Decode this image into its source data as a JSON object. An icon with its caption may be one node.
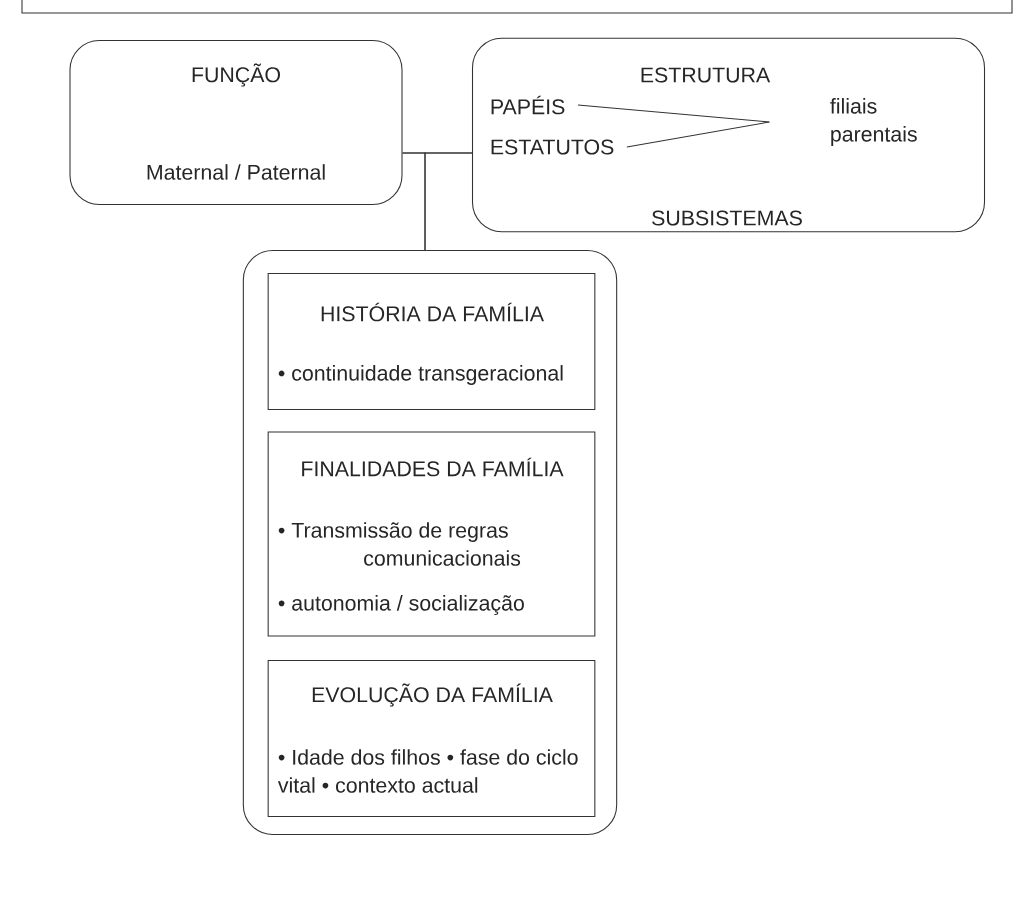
{
  "diagram": {
    "nodes": [
      {
        "text": [
          "FUNÇÃO",
          "Maternal / Paternal"
        ]
      },
      {
        "text": [
          "ESTRUTURA",
          "SUBSISTEMAS"
        ]
      },
      {
        "text": [
          "PAPÉIS"
        ],
        "in": 1
      },
      {
        "text": [
          "ESTATUTOS"
        ],
        "in": 1
      },
      {
        "text": [
          "filiais parentais"
        ],
        "in": 1
      },
      {
        "text": [],
        "shape": "box"
      },
      {
        "text": [
          "HISTÓRIA DA FAMÍLIA",
          "• continuidade transgeracional"
        ],
        "in": 5
      },
      {
        "text": [
          "FINALIDADES DA FAMÍLIA",
          "• Transmissão de regras comunicacionais",
          "• autonomia / socialização"
        ],
        "in": 5
      },
      {
        "text": [
          "EVOLUÇÃO DA FAMÍLIA",
          "• Idade dos filhos • fase do ciclo vital • contexto actual"
        ],
        "in": 5
      }
    ],
    "edges": [
      {
        "from": 0,
        "to": 1,
        "arrow": "none"
      },
      {
        "from": 5,
        "to": 0,
        "arrow": "none"
      },
      {
        "from": 5,
        "to": 1,
        "arrow": "none"
      },
      {
        "from": 2,
        "to": 4,
        "arrow": "none"
      },
      {
        "from": 3,
        "to": 4,
        "arrow": "none"
      }
    ]
  }
}
